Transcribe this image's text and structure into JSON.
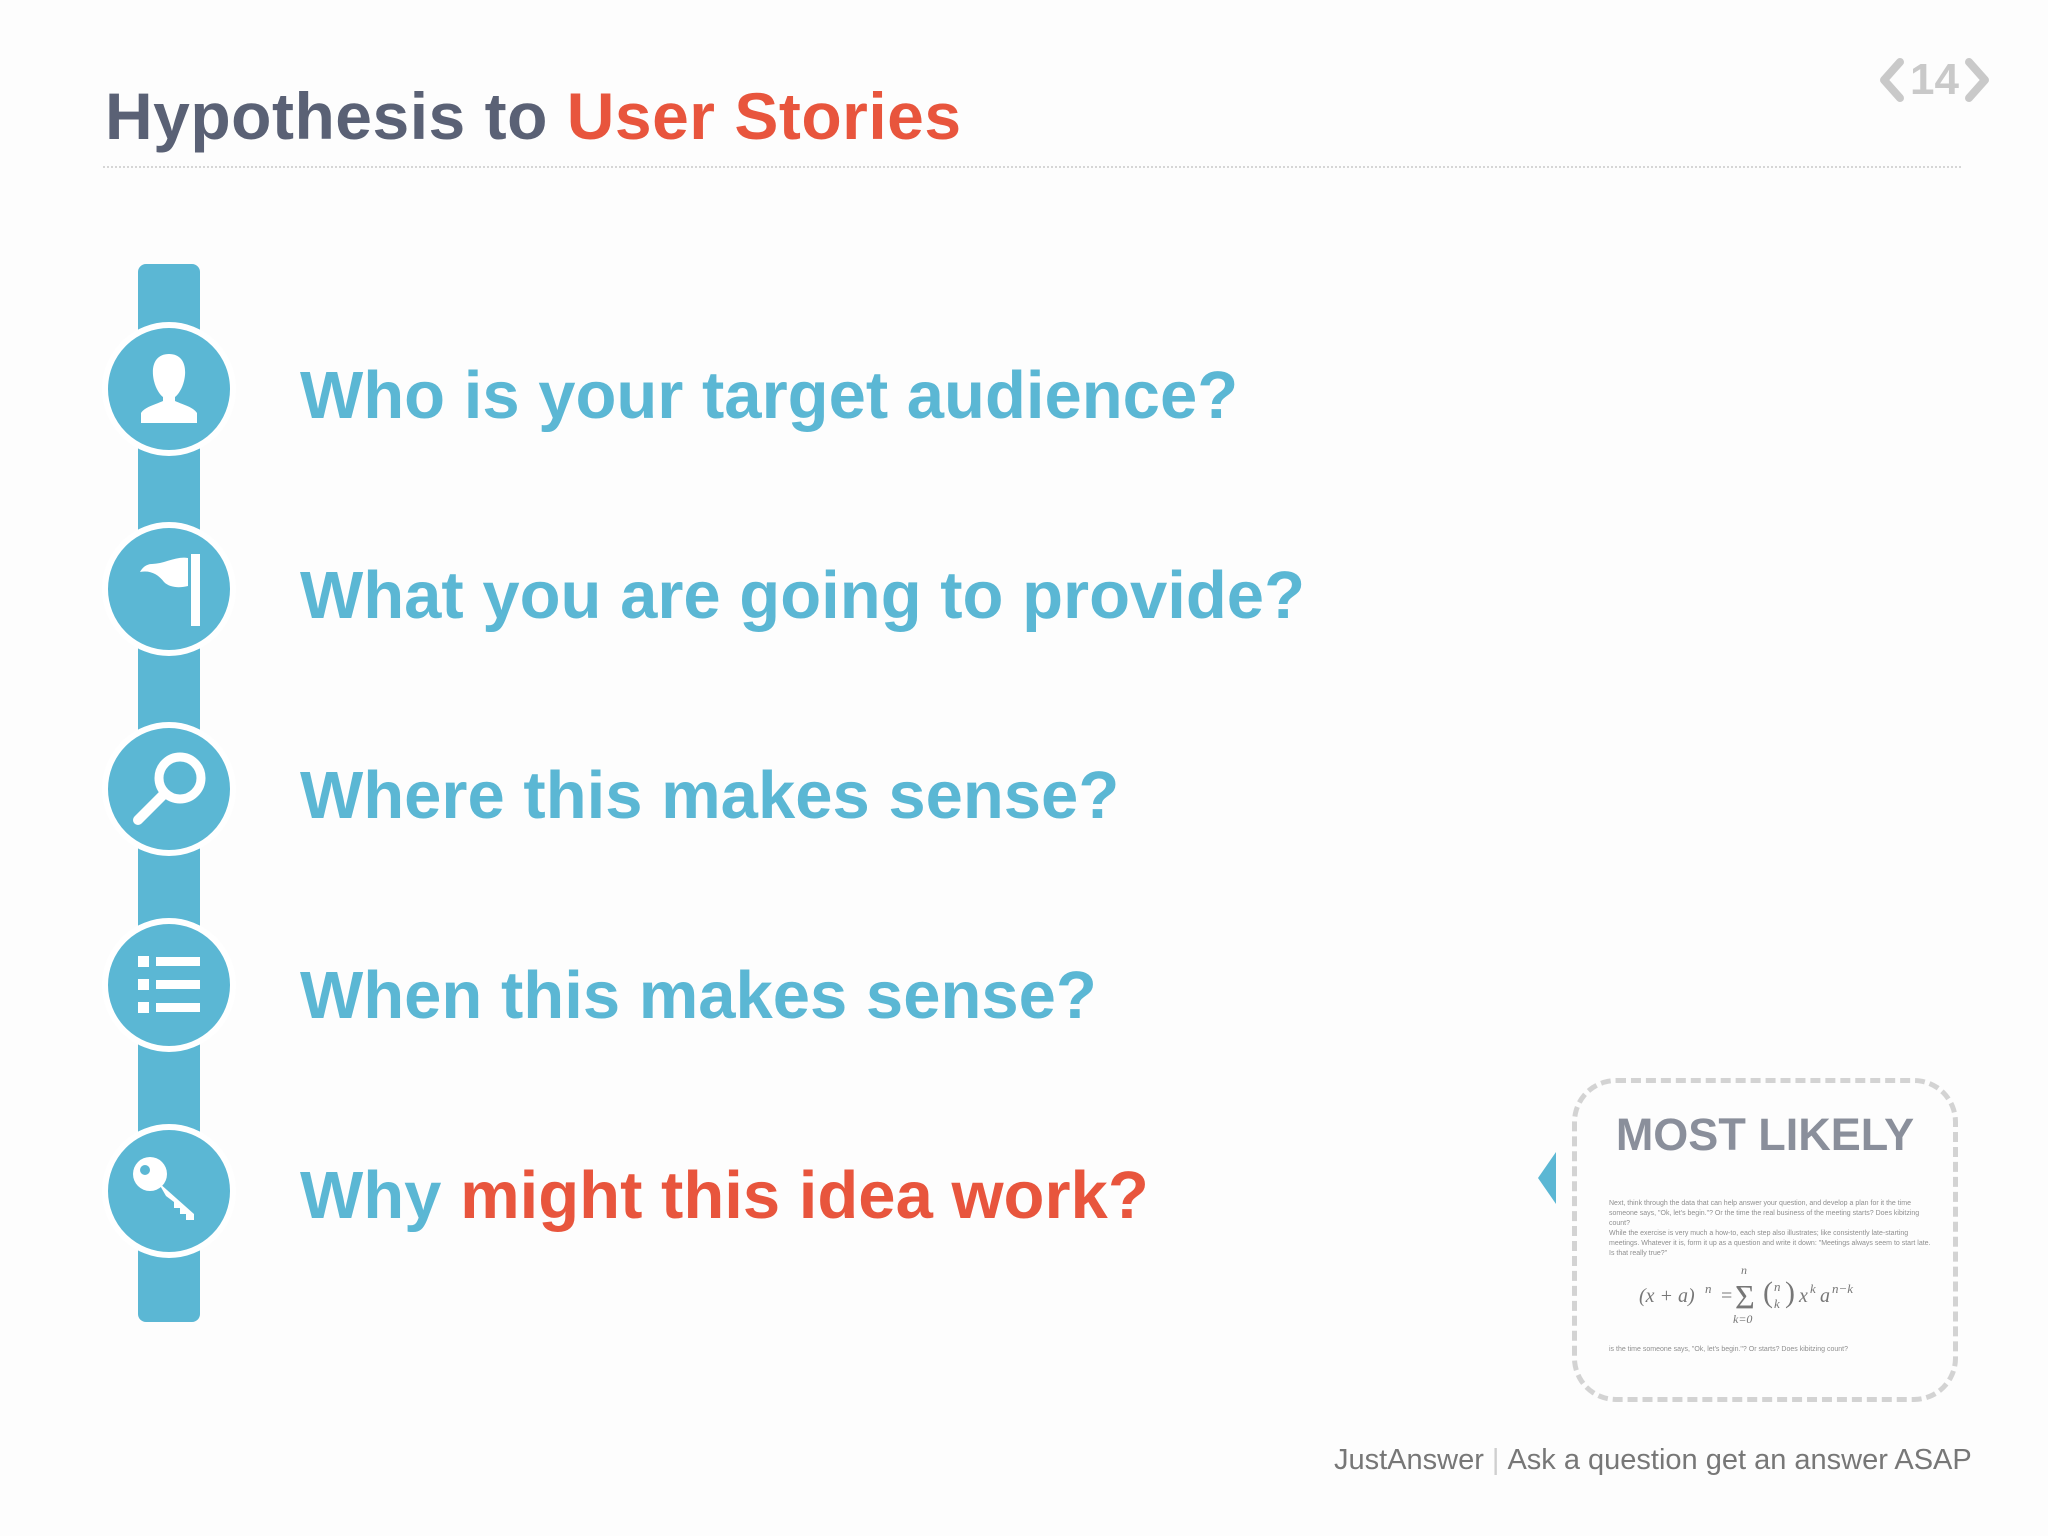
{
  "title": {
    "prefix": "Hypothesis to",
    "accent": "User Stories"
  },
  "page_nav": {
    "page_number": "14",
    "prev_icon": "chevron-left-icon",
    "next_icon": "chevron-right-icon"
  },
  "questions": [
    {
      "icon": "user-icon",
      "text": "Who is your target audience?",
      "accent": ""
    },
    {
      "icon": "flag-icon",
      "text": "What you are going to provide?",
      "accent": ""
    },
    {
      "icon": "search-icon",
      "text": "Where this makes sense?",
      "accent": ""
    },
    {
      "icon": "list-icon",
      "text": "When this makes sense?",
      "accent": ""
    },
    {
      "icon": "key-icon",
      "text": "Why",
      "accent": "might this idea work?"
    }
  ],
  "callout": {
    "title": "MOST LIKELY",
    "paragraph_1": "Next, think through the data that can help answer your question, and develop a plan for it the time someone says, \"Ok, let's begin.\"? Or the time the real business of the meeting starts? Does kibitzing count?",
    "paragraph_2": "While the exercise is very much a how-to, each step also illustrates; like consistently late-starting meetings. Whatever it is, form it up as a question and write it down: \"Meetings always seem to start late. Is that really true?\"",
    "paragraph_3": "is the time someone says, \"Ok, let's begin.\"? Or starts? Does kibitzing count?",
    "formula": "(x + a)ⁿ = Σ (n k) xᵏ aⁿ⁻ᵏ"
  },
  "footer": {
    "brand": "JustAnswer",
    "separator": "|",
    "tagline": "Ask a question get an answer ASAP"
  },
  "colors": {
    "accent": "#e8553d",
    "primary": "#5bb7d4",
    "title": "#5a6175"
  }
}
